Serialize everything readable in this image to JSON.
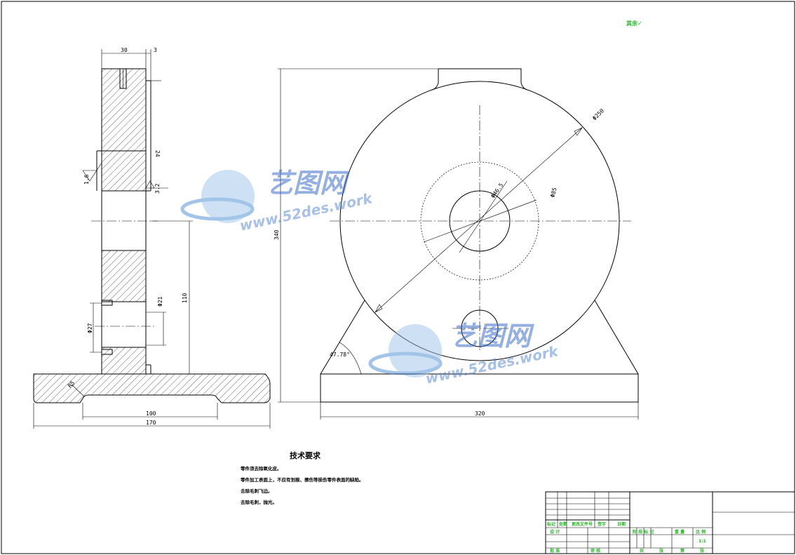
{
  "dimensions": {
    "side_top_width": "30",
    "side_top_small": "3",
    "side_mid_height": "24",
    "surface_rough_1": "1.6",
    "surface_rough_2": "3.2",
    "height_110": "110",
    "bore_dia_1": "Φ21",
    "bore_dia_2": "Φ27",
    "base_inner_width": "100",
    "base_total_width": "170",
    "base_fillet": "R5",
    "front_height": "340",
    "front_width": "320",
    "front_outer_dia": "Φ250",
    "front_pitch_dia": "Φ85",
    "front_bore": "Φ46.5",
    "front_angle": "47.78°"
  },
  "tech_requirements": {
    "title": "技术要求",
    "items": [
      "零件须去除氧化皮。",
      "零件加工表面上，不应有划痕、擦伤等损伤零件表面的缺陷。",
      "去除毛刺飞边。",
      "去除毛刺，抛光。"
    ]
  },
  "title_block": {
    "row_labels": [
      "标记",
      "处数",
      "更改文件号",
      "签字",
      "日期"
    ],
    "design_label": "设 计",
    "review_label": "审 核",
    "approve_label": "批 准",
    "stage_labels": [
      "阶 段 标 记",
      "重 量",
      "比 例"
    ],
    "scale": "1:1",
    "bottom_labels": [
      "共",
      "张",
      "第",
      "张"
    ]
  },
  "stamp": "其余✓",
  "watermark": {
    "cn": "艺图网",
    "en": "www.52des.work"
  },
  "colors": {
    "line": "#000000",
    "titleblock_text": "#1fb81f",
    "watermark": "#3c6ec8"
  }
}
